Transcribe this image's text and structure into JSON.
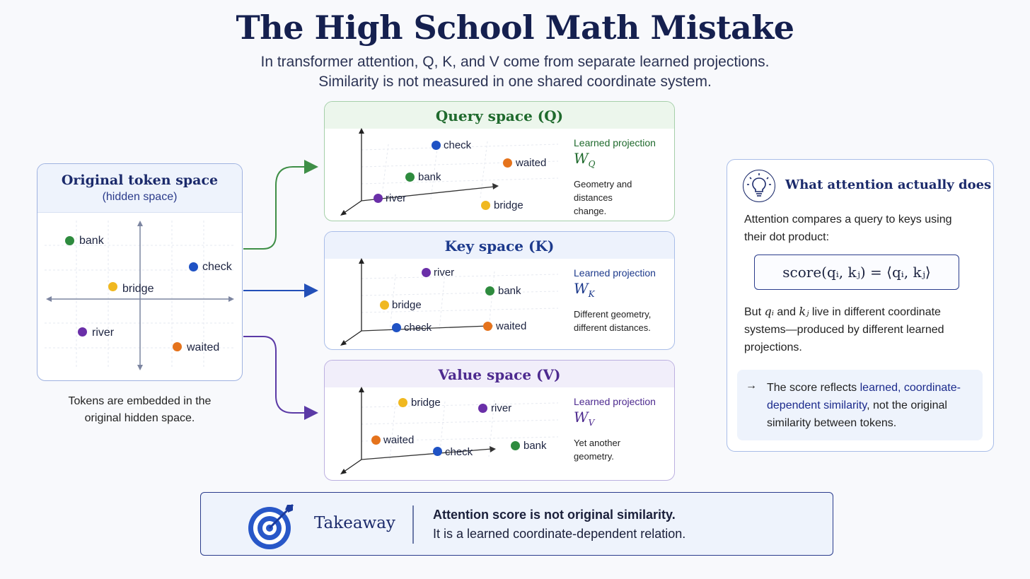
{
  "header": {
    "title": "The High School Math Mistake",
    "subtitle_line1": "In transformer attention, Q, K, and V come from separate learned projections.",
    "subtitle_line2": "Similarity is not measured in one shared coordinate system."
  },
  "colors": {
    "bank": "#2e8b3e",
    "check": "#1f52c4",
    "bridge": "#f0b820",
    "river": "#6a2fa8",
    "waited": "#e5731c",
    "query": "#1f6a2d",
    "key": "#1d3a8c",
    "value": "#4d2a8f"
  },
  "original": {
    "title": "Original token space",
    "subtitle": "(hidden space)",
    "caption_line1": "Tokens are embedded in the",
    "caption_line2": "original hidden space.",
    "tokens": {
      "bank": "bank",
      "check": "check",
      "bridge": "bridge",
      "river": "river",
      "waited": "waited"
    }
  },
  "query": {
    "title": "Query space (Q)",
    "projection_label": "Learned projection",
    "symbol": "W",
    "symbol_sub": "Q",
    "desc_line1": "Geometry and distances",
    "desc_line2": "change.",
    "tokens": {
      "check": "check",
      "waited": "waited",
      "bank": "bank",
      "river": "river",
      "bridge": "bridge"
    }
  },
  "key": {
    "title": "Key space (K)",
    "projection_label": "Learned projection",
    "symbol": "W",
    "symbol_sub": "K",
    "desc_line1": "Different geometry,",
    "desc_line2": "different distances.",
    "tokens": {
      "river": "river",
      "bank": "bank",
      "bridge": "bridge",
      "check": "check",
      "waited": "waited"
    }
  },
  "value": {
    "title": "Value space (V)",
    "projection_label": "Learned projection",
    "symbol": "W",
    "symbol_sub": "V",
    "desc_line1": "Yet another",
    "desc_line2": "geometry.",
    "tokens": {
      "bridge": "bridge",
      "river": "river",
      "waited": "waited",
      "check": "check",
      "bank": "bank"
    }
  },
  "attention": {
    "icon": "lightbulb-icon",
    "title": "What attention actually does",
    "p1_line1": "Attention compares a query to keys using",
    "p1_line2": "their dot product:",
    "formula": "score(qᵢ, kⱼ) = ⟨qᵢ, kⱼ⟩",
    "p2_a": "But ",
    "p2_qi": "qᵢ",
    "p2_b": " and ",
    "p2_kj": "kⱼ",
    "p2_c": " live in different coordinate",
    "p2_line2": "systems—produced by different learned",
    "p2_line3": "projections.",
    "note_arrow": "→",
    "note_a": "The score reflects ",
    "note_em": "learned, coordinate-dependent similarity",
    "note_b": ", not the original similarity between tokens."
  },
  "takeaway": {
    "icon": "target-icon",
    "label": "Takeaway",
    "line1": "Attention score is not original similarity.",
    "line2": "It is a learned coordinate-dependent relation."
  }
}
